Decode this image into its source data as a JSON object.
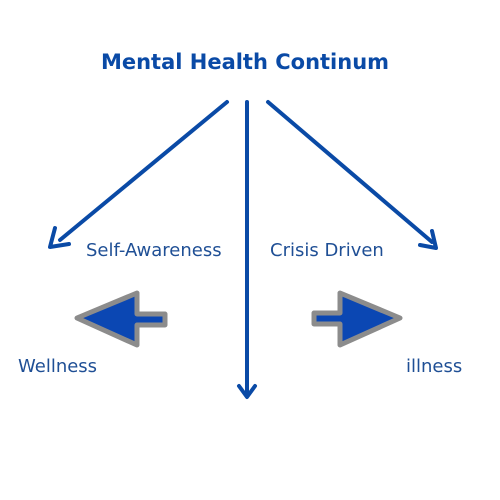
{
  "title": "Mental Health Continum",
  "labels": {
    "left_branch": "Self-Awareness",
    "right_branch": "Crisis Driven",
    "left_end": "Wellness",
    "right_end": "illness"
  },
  "colors": {
    "title": "#0a4aa6",
    "text": "#1f4f95",
    "line": "#0a4aa6",
    "block_arrow_fill": "#0b47b3",
    "block_arrow_stroke": "#8c8c8c"
  }
}
